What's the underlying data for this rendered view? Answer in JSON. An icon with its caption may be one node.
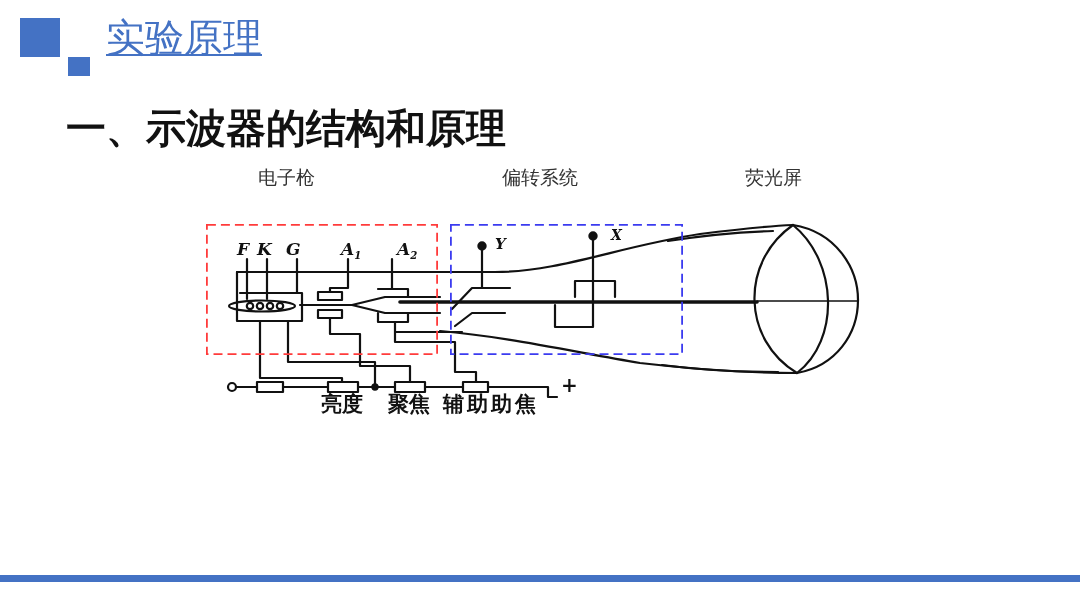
{
  "diagram": {
    "title": "实验原理",
    "nodes": [
      {
        "text": [
          "电子枪"
        ]
      },
      {
        "text": [
          "偏转系统"
        ]
      }
    ],
    "labels": [
      "一、示波器的结构和原理",
      "荧光屏",
      "F",
      "K",
      "G",
      "A$_{1}$",
      "A$_{2}$",
      "Y",
      "X",
      "亮度",
      "聚焦",
      "辅助助焦",
      "+"
    ]
  }
}
